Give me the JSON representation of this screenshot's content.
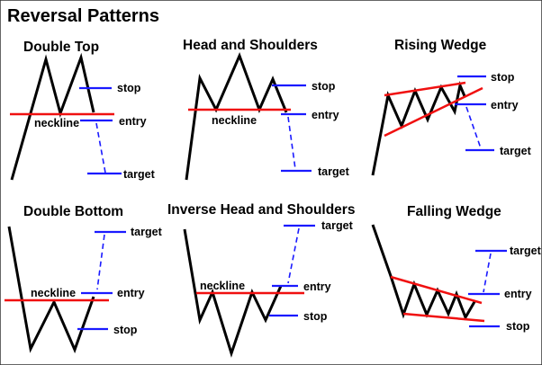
{
  "title": "Reversal Patterns",
  "colors": {
    "price": "#000000",
    "neckline": "#f01010",
    "levels": "#1a1aff"
  },
  "patterns": {
    "double_top": {
      "title": "Double Top",
      "neckline": "neckline",
      "stop": "stop",
      "entry": "entry",
      "target": "target"
    },
    "head_shoulders": {
      "title": "Head and Shoulders",
      "neckline": "neckline",
      "stop": "stop",
      "entry": "entry",
      "target": "target"
    },
    "rising_wedge": {
      "title": "Rising Wedge",
      "stop": "stop",
      "entry": "entry",
      "target": "target"
    },
    "double_bottom": {
      "title": "Double Bottom",
      "neckline": "neckline",
      "target": "target",
      "entry": "entry",
      "stop": "stop"
    },
    "inverse_head_shoulders": {
      "title": "Inverse Head and Shoulders",
      "neckline": "neckline",
      "target": "target",
      "entry": "entry",
      "stop": "stop"
    },
    "falling_wedge": {
      "title": "Falling Wedge",
      "target": "target",
      "entry": "entry",
      "stop": "stop"
    }
  }
}
